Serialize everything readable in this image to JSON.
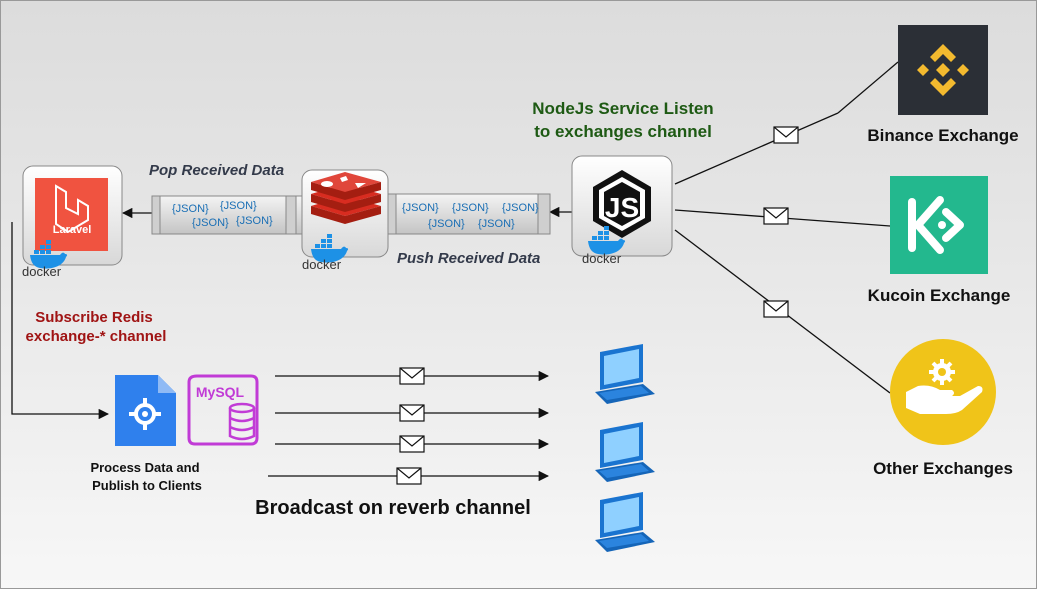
{
  "nodes": {
    "laravel": {
      "label": "Laravel",
      "docker": "docker"
    },
    "redis": {
      "docker": "docker"
    },
    "nodejs": {
      "docker": "docker"
    },
    "mysql": {
      "label": "MySQL"
    },
    "binance": {
      "label": "Binance Exchange"
    },
    "kucoin": {
      "label": "Kucoin Exchange"
    },
    "other": {
      "label": "Other Exchanges"
    }
  },
  "labels": {
    "nodejs_service_line1": "NodeJs Service Listen",
    "nodejs_service_line2": "to exchanges channel",
    "pop_received": "Pop Received Data",
    "push_received": "Push Received Data",
    "subscribe_line1": "Subscribe Redis",
    "subscribe_line2": "exchange-* channel",
    "process_line1": "Process Data and",
    "process_line2": "Publish to Clients",
    "broadcast": "Broadcast on reverb channel"
  },
  "queues": {
    "left": [
      "{JSON}",
      "{JSON}",
      "{JSON}",
      "{JSON}"
    ],
    "right": [
      "{JSON}",
      "{JSON}",
      "{JSON}",
      "{JSON}",
      "{JSON}"
    ]
  },
  "colors": {
    "nodejs_text": "#1e5a14",
    "subscribe_text": "#a01414",
    "laravel_red": "#f05340",
    "redis_red": "#d82c20",
    "mysql_purple": "#c13bd6",
    "binance_yellow": "#f3ba2f",
    "kucoin_green": "#23b88e",
    "other_yellow": "#f0c419",
    "client_blue": "#1a74d0",
    "doc_blue": "#2f80ed"
  },
  "icons": {
    "laravel": "laravel-logo-icon",
    "redis": "redis-logo-icon",
    "nodejs": "nodejs-logo-icon",
    "docker": "docker-whale-icon",
    "mysql": "mysql-database-icon",
    "process": "gear-document-icon",
    "binance": "binance-logo-icon",
    "kucoin": "kucoin-logo-icon",
    "other": "hand-gear-icon",
    "envelope": "envelope-icon",
    "client": "laptop-icon"
  }
}
